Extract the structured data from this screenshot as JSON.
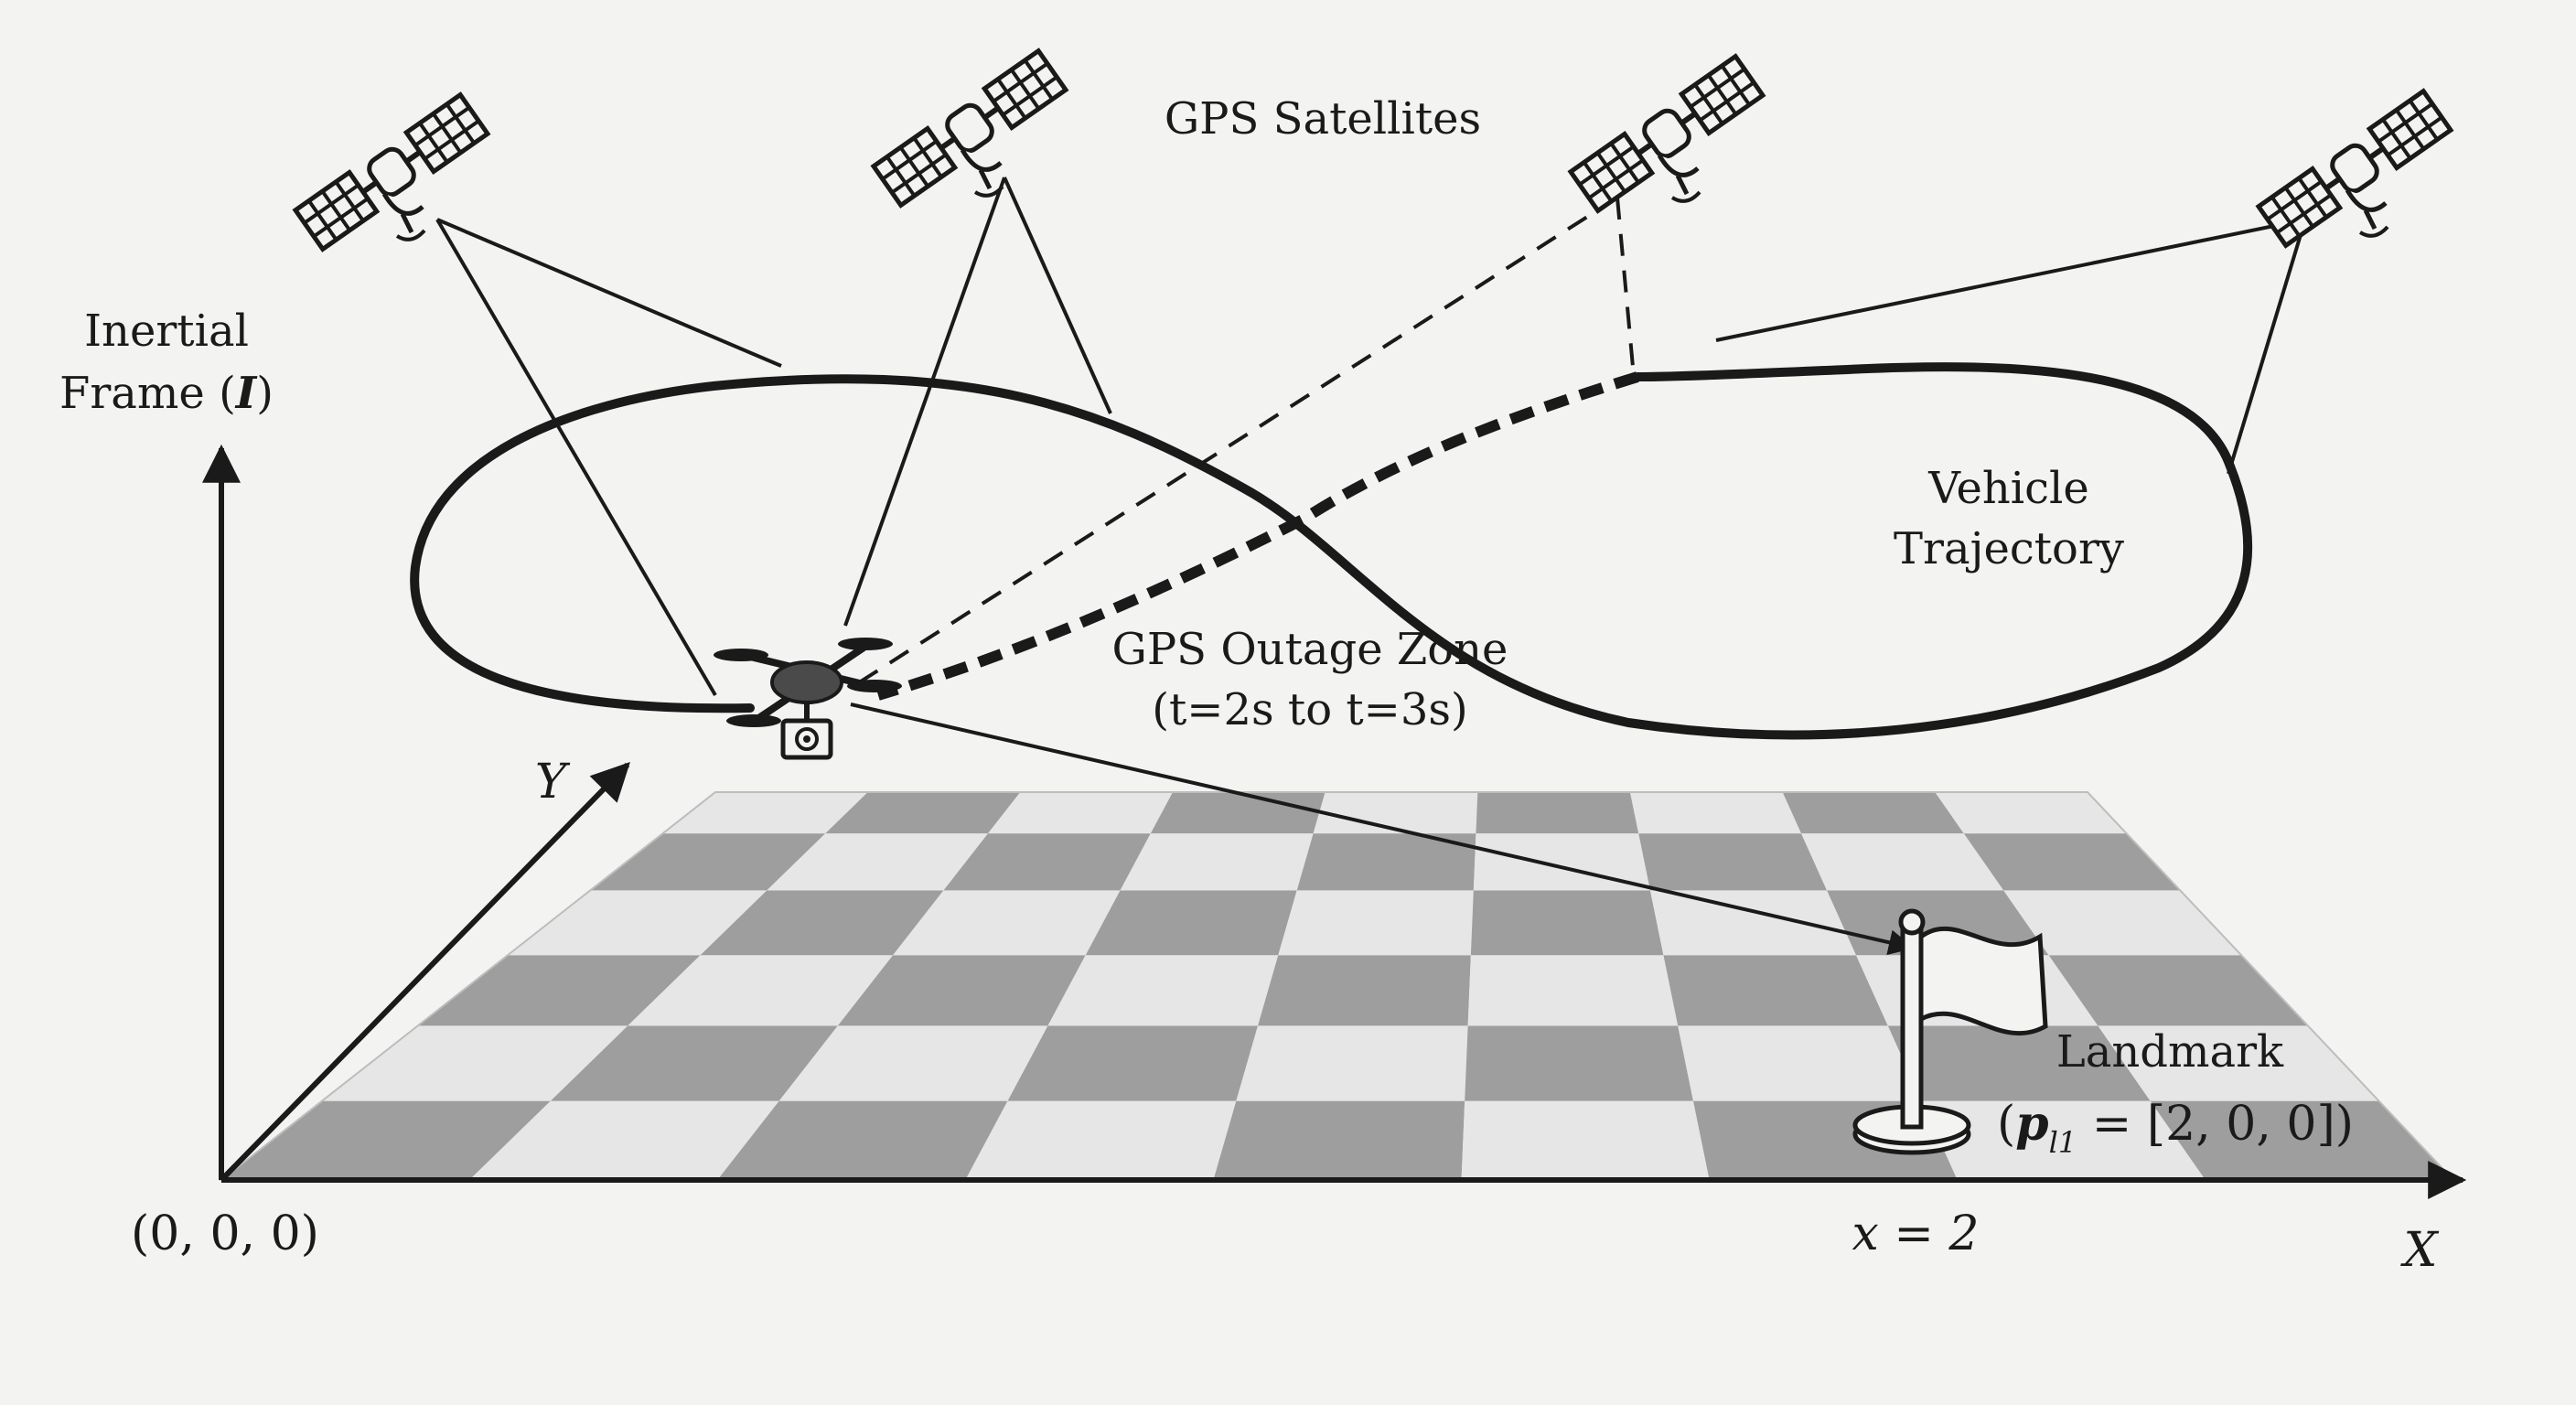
{
  "labels": {
    "satellites": "GPS Satellites",
    "inertial_line1": "Inertial",
    "inertial_line2": "Frame (",
    "inertial_symbol": "I",
    "inertial_close": ")",
    "trajectory_line1": "Vehicle",
    "trajectory_line2": "Trajectory",
    "outage_line1": "GPS Outage Zone",
    "outage_line2": "(t=2s to t=3s)",
    "landmark_line1": "Landmark",
    "landmark_eq_open": "(",
    "landmark_p": "p",
    "landmark_sub": "l1",
    "landmark_value": " = [2, 0, 0])",
    "origin": "(0, 0, 0)",
    "x_axis": "X",
    "y_axis": "Y",
    "x_marker": "x = 2"
  },
  "icons": {
    "satellite": "satellite-icon",
    "drone": "drone-icon",
    "flag": "flag-icon"
  },
  "colors": {
    "ink": "#1a1a1a",
    "floor_dark": "#9e9e9e",
    "floor_light": "#e6e6e6",
    "background": "#f3f3f1"
  }
}
